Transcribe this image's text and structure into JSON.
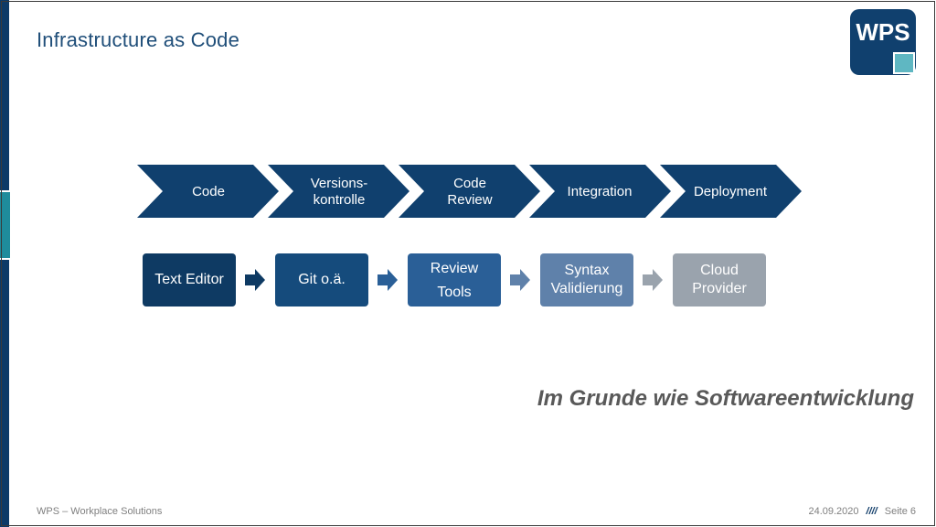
{
  "slide": {
    "title": "Infrastructure as Code",
    "subtitle": "Im Grunde wie Softwareentwicklung"
  },
  "logo": {
    "text": "WPS"
  },
  "pipeline": {
    "stages": [
      {
        "label": "Code"
      },
      {
        "label": "Versions-\nkontrolle"
      },
      {
        "label": "Code\nReview"
      },
      {
        "label": "Integration"
      },
      {
        "label": "Deployment"
      }
    ],
    "tools": [
      {
        "label": "Text Editor",
        "color": "#0e3a63"
      },
      {
        "label": "Git o.ä.",
        "color": "#154b7c"
      },
      {
        "label": "Review\n\nTools",
        "color": "#2a5f97"
      },
      {
        "label": "Syntax\nValidierung",
        "color": "#5f81aa"
      },
      {
        "label": "Cloud\nProvider",
        "color": "#9aa3ad"
      }
    ],
    "arrow_colors": [
      "#0e3a63",
      "#2a5f97",
      "#5f81aa",
      "#9aa3ad"
    ],
    "chevron_color": "#10406e"
  },
  "footer": {
    "left": "WPS – Workplace Solutions",
    "date": "24.09.2020",
    "separator": "////",
    "page": "Seite 6"
  }
}
